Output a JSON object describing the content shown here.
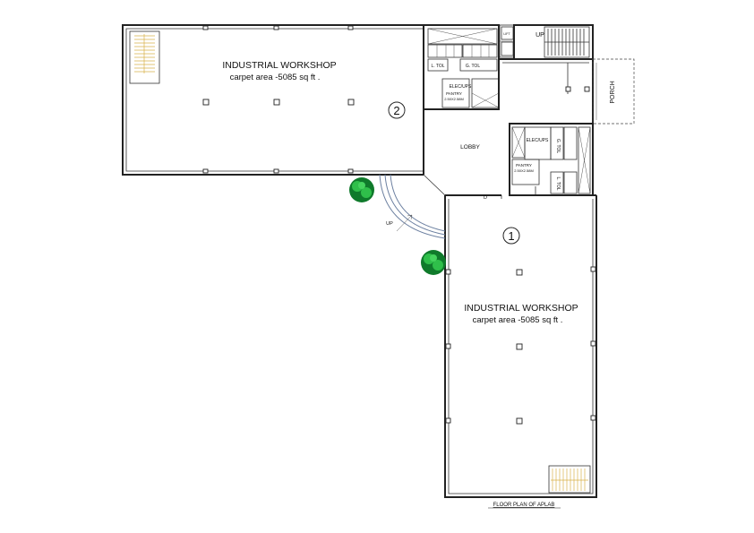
{
  "workshop1": {
    "title": "INDUSTRIAL WORKSHOP",
    "area": "carpet area -5085 sq ft .",
    "number": "1"
  },
  "workshop2": {
    "title": "INDUSTRIAL WORKSHOP",
    "area": "carpet area -5085 sq ft .",
    "number": "2"
  },
  "rooms": {
    "lobby": "LOBBY",
    "porch": "PORCH",
    "up_stair": "UP",
    "up_ramp": "UP",
    "door": "D",
    "elec_ups_top": "ELEC/UPS",
    "elec_ups_bottom": "ELEC/UPS",
    "pantry_top_name": "PANTRY",
    "pantry_top_size": "2.50X2.58M",
    "pantry_bottom_name": "PANTRY",
    "pantry_bottom_size": "2.50X2.58M",
    "l_toilet_top": "L. TOL",
    "g_toilet_top": "G. TOL",
    "g_toilet_bottom": "G. TOL",
    "l_toilet_bottom": "L. TOL",
    "lift": "LIFT"
  },
  "caption": "FLOOR PLAN OF APLAB",
  "colors": {
    "wall": "#222222",
    "stair": "#d8b24a",
    "tree_dark": "#0f7a2b",
    "tree_light": "#2fbf4a",
    "ramp": "#6b7fa0"
  }
}
